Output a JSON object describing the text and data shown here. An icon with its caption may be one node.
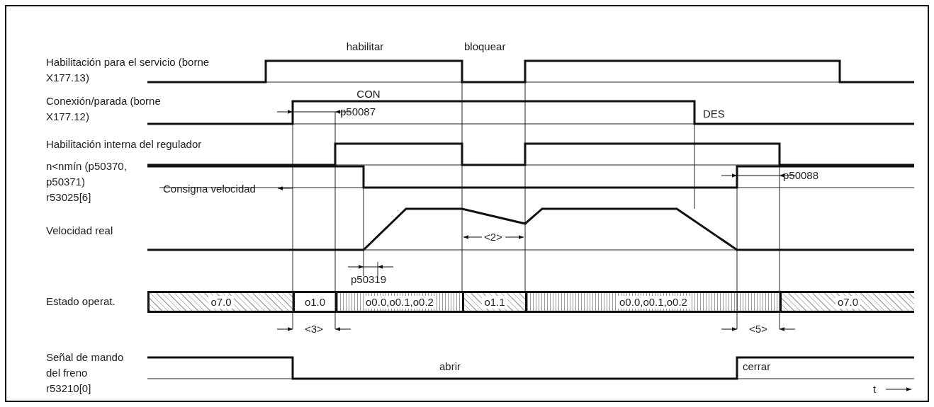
{
  "diagram": {
    "nodes": [
      {
        "text": [
          "o7.0"
        ]
      },
      {
        "text": [
          "o1.0"
        ]
      },
      {
        "text": [
          "o0.0,o0.1,o0.2"
        ]
      },
      {
        "text": [
          "o1.1"
        ]
      },
      {
        "text": [
          "o0.0,o0.1,o0.2"
        ]
      },
      {
        "text": [
          "o7.0"
        ]
      }
    ],
    "labels": [
      "Habilitación para el servicio (borne X177.13)",
      "Conexión/parada (borne X177.12)",
      "Habilitación interna del regulador",
      "n<nmín (p50370, p50371) r53025[6]",
      "Consigna velocidad",
      "Velocidad real",
      "Estado operat.",
      "Señal de mando del freno r53210[0]",
      "habilitar",
      "bloquear",
      "CON",
      "DES",
      "p50087",
      "p50088",
      "<2>",
      "p50319",
      "<3>",
      "<5>",
      "abrir",
      "cerrar",
      "t"
    ]
  }
}
